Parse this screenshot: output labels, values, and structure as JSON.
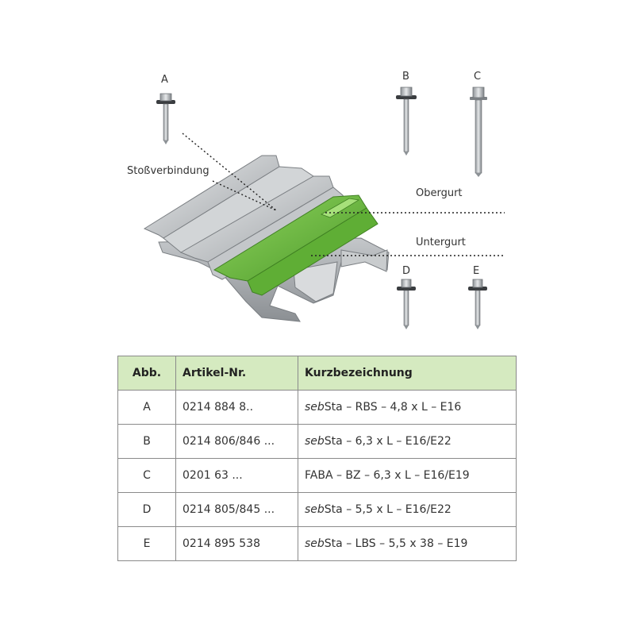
{
  "figure": {
    "labels": {
      "stossverbindung": "Stoßverbindung",
      "obergurt": "Obergurt",
      "untergurt": "Untergurt"
    },
    "screws": [
      {
        "letter": "A"
      },
      {
        "letter": "B"
      },
      {
        "letter": "C"
      },
      {
        "letter": "D"
      },
      {
        "letter": "E"
      }
    ],
    "colors": {
      "green_profile": "#6cbf3e",
      "steel": "#b9bcbf",
      "header_bg": "#d5eac0"
    }
  },
  "table": {
    "headers": {
      "abb": "Abb.",
      "artikel": "Artikel-Nr.",
      "kurz": "Kurzbezeichnung"
    },
    "rows": [
      {
        "abb": "A",
        "artikel": "0214 884 8..",
        "kurz_italic": "seb",
        "kurz_rest": "Sta – RBS – 4,8 x L – E16"
      },
      {
        "abb": "B",
        "artikel": "0214 806/846 ...",
        "kurz_italic": "seb",
        "kurz_rest": "Sta – 6,3 x L – E16/E22"
      },
      {
        "abb": "C",
        "artikel": "0201 63 ...",
        "kurz_italic": "",
        "kurz_rest": "FABA – BZ – 6,3 x L – E16/E19"
      },
      {
        "abb": "D",
        "artikel": "0214 805/845 ...",
        "kurz_italic": "seb",
        "kurz_rest": "Sta – 5,5 x L – E16/E22"
      },
      {
        "abb": "E",
        "artikel": "0214 895 538",
        "kurz_italic": "seb",
        "kurz_rest": "Sta – LBS – 5,5 x 38 – E19"
      }
    ]
  }
}
